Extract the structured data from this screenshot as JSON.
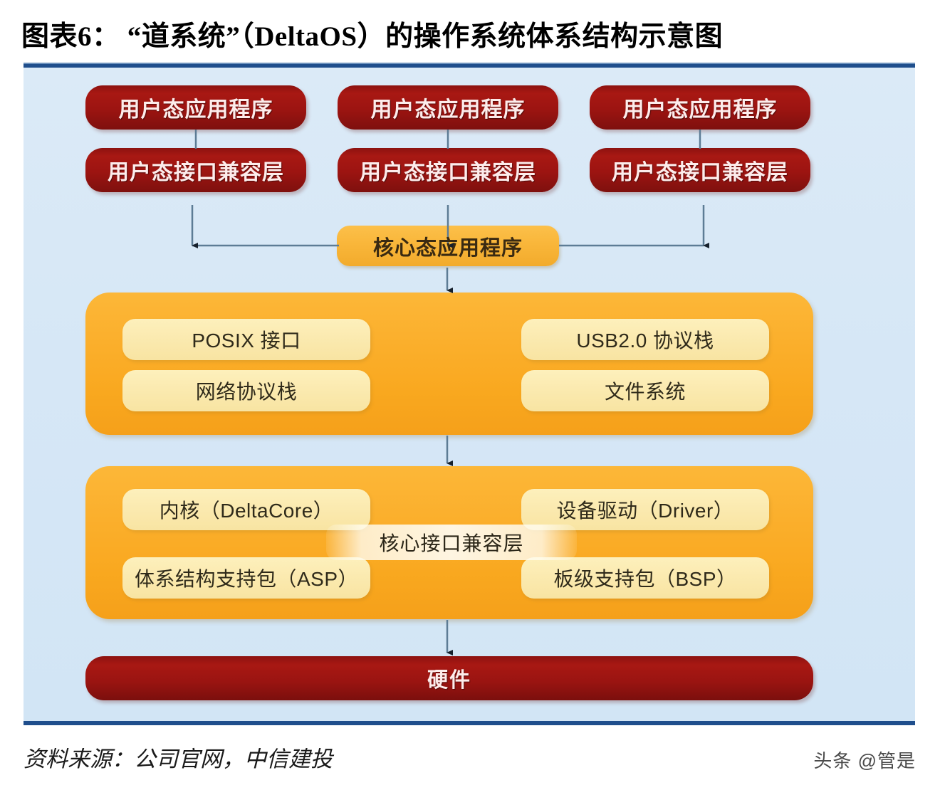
{
  "title": "图表6：  “道系统”（DeltaOS）的操作系统体系结构示意图",
  "colors": {
    "rule": "#1f4e8c",
    "canvas": "#d8e8f6",
    "red": "#9c1411",
    "orange_panel": "#f9ab24",
    "orange_pill": "#f9b63a",
    "inner_box": "#fbeab0",
    "connector": "#3c5a72"
  },
  "diagram": {
    "user_columns": [
      {
        "app_label": "用户态应用程序",
        "compat_label": "用户态接口兼容层"
      },
      {
        "app_label": "用户态应用程序",
        "compat_label": "用户态接口兼容层"
      },
      {
        "app_label": "用户态应用程序",
        "compat_label": "用户态接口兼容层"
      }
    ],
    "kernel_app_label": "核心态应用程序",
    "services_panel": {
      "boxes": [
        {
          "label": "POSIX 接口"
        },
        {
          "label": "USB2.0 协议栈"
        },
        {
          "label": "网络协议栈"
        },
        {
          "label": "文件系统"
        }
      ]
    },
    "kernel_panel": {
      "boxes": [
        {
          "label": "内核（DeltaCore）"
        },
        {
          "label": "设备驱动（Driver）"
        },
        {
          "label": "体系结构支持包（ASP）"
        },
        {
          "label": "板级支持包（BSP）"
        }
      ],
      "band_label": "核心接口兼容层"
    },
    "hardware_label": "硬件"
  },
  "footer": {
    "source": "资料来源：公司官网，中信建投",
    "watermark": "头条 @管是"
  }
}
